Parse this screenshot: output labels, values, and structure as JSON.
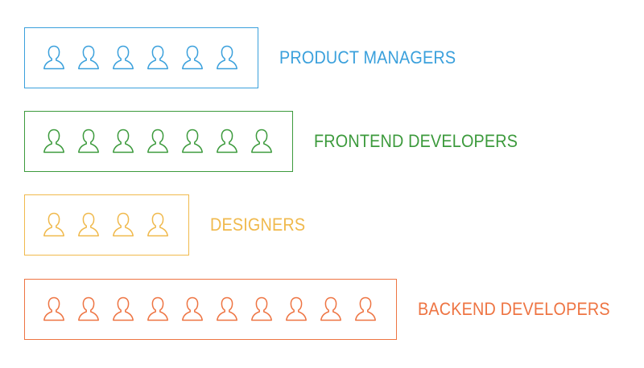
{
  "groups": [
    {
      "label": "PRODUCT MANAGERS",
      "count": 6,
      "color": "#3aa0dc",
      "icon": "person-outline-icon"
    },
    {
      "label": "FRONTEND DEVELOPERS",
      "count": 7,
      "color": "#3c9a3c",
      "icon": "person-outline-icon"
    },
    {
      "label": "DESIGNERS",
      "count": 4,
      "color": "#f0b94c",
      "icon": "person-outline-icon"
    },
    {
      "label": "BACKEND DEVELOPERS",
      "count": 10,
      "color": "#ee7442",
      "icon": "person-outline-icon"
    }
  ]
}
